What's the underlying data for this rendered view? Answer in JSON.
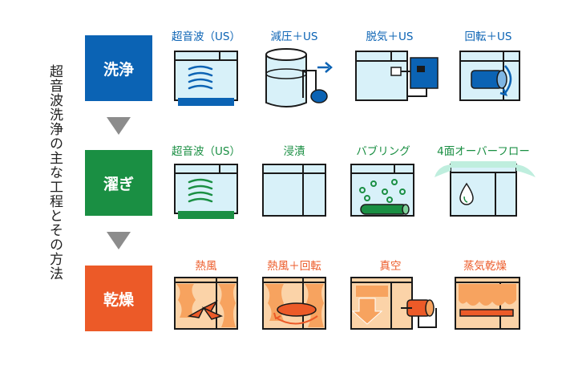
{
  "title": "超音波洗浄の主な工程とその方法",
  "colors": {
    "wash": "#0b63b4",
    "rinse": "#1a8f43",
    "dry": "#ec5a28",
    "tank_fill": "#d8f1f9",
    "dry_fill": "#fbd3a8",
    "outline": "#1a1a1a",
    "arrow": "#8c8c8c"
  },
  "stages": [
    {
      "label": "洗浄",
      "methods": [
        {
          "label": "超音波（US）",
          "icon": "ultrasonic-tank-icon"
        },
        {
          "label": "減圧＋US",
          "icon": "vacuum-pump-icon"
        },
        {
          "label": "脱気＋US",
          "icon": "degas-unit-icon"
        },
        {
          "label": "回転＋US",
          "icon": "rotation-tank-icon"
        }
      ]
    },
    {
      "label": "濯ぎ",
      "methods": [
        {
          "label": "超音波（US）",
          "icon": "ultrasonic-tank-icon"
        },
        {
          "label": "浸漬",
          "icon": "immersion-tank-icon"
        },
        {
          "label": "バブリング",
          "icon": "bubbling-tank-icon"
        },
        {
          "label": "4面オーバーフロー",
          "icon": "overflow-tank-icon"
        }
      ]
    },
    {
      "label": "乾燥",
      "methods": [
        {
          "label": "熱風",
          "icon": "hot-air-fan-icon"
        },
        {
          "label": "熱風＋回転",
          "icon": "hot-air-rotation-icon"
        },
        {
          "label": "真空",
          "icon": "vacuum-dry-icon"
        },
        {
          "label": "蒸気乾燥",
          "icon": "steam-dry-icon"
        }
      ]
    }
  ]
}
